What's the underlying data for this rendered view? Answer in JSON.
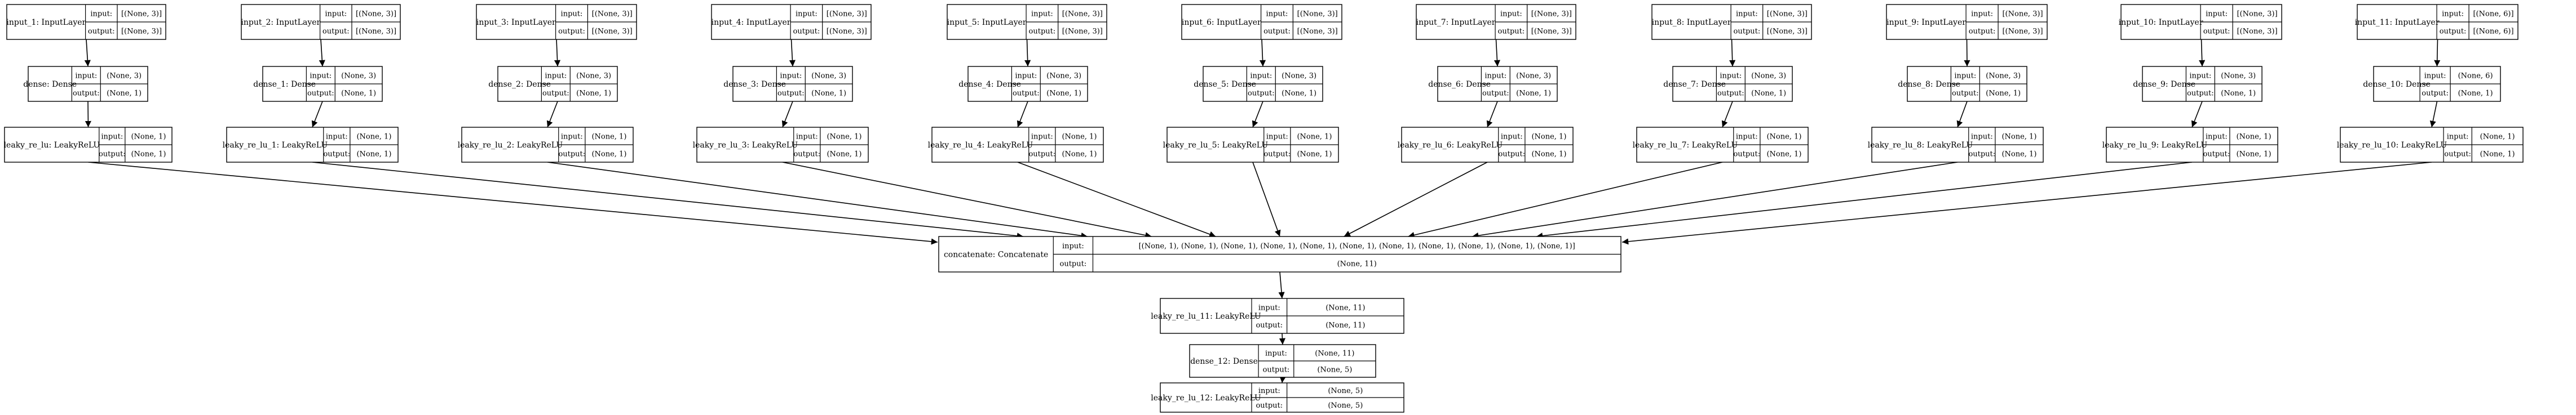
{
  "diagram": {
    "title": "",
    "nodes": [
      {
        "id": "in1",
        "name": "input_1: InputLayer",
        "input": "[(None, 3)]",
        "output": "[(None, 3)]"
      },
      {
        "id": "in2",
        "name": "input_2: InputLayer",
        "input": "[(None, 3)]",
        "output": "[(None, 3)]"
      },
      {
        "id": "in3",
        "name": "input_3: InputLayer",
        "input": "[(None, 3)]",
        "output": "[(None, 3)]"
      },
      {
        "id": "in4",
        "name": "input_4: InputLayer",
        "input": "[(None, 3)]",
        "output": "[(None, 3)]"
      },
      {
        "id": "in5",
        "name": "input_5: InputLayer",
        "input": "[(None, 3)]",
        "output": "[(None, 3)]"
      },
      {
        "id": "in6",
        "name": "input_6: InputLayer",
        "input": "[(None, 3)]",
        "output": "[(None, 3)]"
      },
      {
        "id": "in7",
        "name": "input_7: InputLayer",
        "input": "[(None, 3)]",
        "output": "[(None, 3)]"
      },
      {
        "id": "in8",
        "name": "input_8: InputLayer",
        "input": "[(None, 3)]",
        "output": "[(None, 3)]"
      },
      {
        "id": "in9",
        "name": "input_9: InputLayer",
        "input": "[(None, 3)]",
        "output": "[(None, 3)]"
      },
      {
        "id": "in10",
        "name": "input_10: InputLayer",
        "input": "[(None, 3)]",
        "output": "[(None, 3)]"
      },
      {
        "id": "in11",
        "name": "input_11: InputLayer",
        "input": "[(None, 6)]",
        "output": "[(None, 6)]"
      },
      {
        "id": "d0",
        "name": "dense: Dense",
        "input": "(None, 3)",
        "output": "(None, 1)"
      },
      {
        "id": "d1",
        "name": "dense_1: Dense",
        "input": "(None, 3)",
        "output": "(None, 1)"
      },
      {
        "id": "d2",
        "name": "dense_2: Dense",
        "input": "(None, 3)",
        "output": "(None, 1)"
      },
      {
        "id": "d3",
        "name": "dense_3: Dense",
        "input": "(None, 3)",
        "output": "(None, 1)"
      },
      {
        "id": "d4",
        "name": "dense_4: Dense",
        "input": "(None, 3)",
        "output": "(None, 1)"
      },
      {
        "id": "d5",
        "name": "dense_5: Dense",
        "input": "(None, 3)",
        "output": "(None, 1)"
      },
      {
        "id": "d6",
        "name": "dense_6: Dense",
        "input": "(None, 3)",
        "output": "(None, 1)"
      },
      {
        "id": "d7",
        "name": "dense_7: Dense",
        "input": "(None, 3)",
        "output": "(None, 1)"
      },
      {
        "id": "d8",
        "name": "dense_8: Dense",
        "input": "(None, 3)",
        "output": "(None, 1)"
      },
      {
        "id": "d9",
        "name": "dense_9: Dense",
        "input": "(None, 3)",
        "output": "(None, 1)"
      },
      {
        "id": "d10",
        "name": "dense_10: Dense",
        "input": "(None, 6)",
        "output": "(None, 1)"
      },
      {
        "id": "l0",
        "name": "leaky_re_lu: LeakyReLU",
        "input": "(None, 1)",
        "output": "(None, 1)"
      },
      {
        "id": "l1",
        "name": "leaky_re_lu_1: LeakyReLU",
        "input": "(None, 1)",
        "output": "(None, 1)"
      },
      {
        "id": "l2",
        "name": "leaky_re_lu_2: LeakyReLU",
        "input": "(None, 1)",
        "output": "(None, 1)"
      },
      {
        "id": "l3",
        "name": "leaky_re_lu_3: LeakyReLU",
        "input": "(None, 1)",
        "output": "(None, 1)"
      },
      {
        "id": "l4",
        "name": "leaky_re_lu_4: LeakyReLU",
        "input": "(None, 1)",
        "output": "(None, 1)"
      },
      {
        "id": "l5",
        "name": "leaky_re_lu_5: LeakyReLU",
        "input": "(None, 1)",
        "output": "(None, 1)"
      },
      {
        "id": "l6",
        "name": "leaky_re_lu_6: LeakyReLU",
        "input": "(None, 1)",
        "output": "(None, 1)"
      },
      {
        "id": "l7",
        "name": "leaky_re_lu_7: LeakyReLU",
        "input": "(None, 1)",
        "output": "(None, 1)"
      },
      {
        "id": "l8",
        "name": "leaky_re_lu_8: LeakyReLU",
        "input": "(None, 1)",
        "output": "(None, 1)"
      },
      {
        "id": "l9",
        "name": "leaky_re_lu_9: LeakyReLU",
        "input": "(None, 1)",
        "output": "(None, 1)"
      },
      {
        "id": "l10",
        "name": "leaky_re_lu_10: LeakyReLU",
        "input": "(None, 1)",
        "output": "(None, 1)"
      },
      {
        "id": "cat",
        "name": "concatenate: Concatenate",
        "input": "[(None, 1), (None, 1), (None, 1), (None, 1), (None, 1), (None, 1), (None, 1), (None, 1), (None, 1), (None, 1), (None, 1)]",
        "output": "(None, 11)"
      },
      {
        "id": "l11",
        "name": "leaky_re_lu_11: LeakyReLU",
        "input": "(None, 11)",
        "output": "(None, 11)"
      },
      {
        "id": "d12",
        "name": "dense_12: Dense",
        "input": "(None, 11)",
        "output": "(None, 5)"
      },
      {
        "id": "l12",
        "name": "leaky_re_lu_12: LeakyReLU",
        "input": "(None, 5)",
        "output": "(None, 5)"
      }
    ],
    "edges": [
      [
        "in1",
        "d0"
      ],
      [
        "in2",
        "d1"
      ],
      [
        "in3",
        "d2"
      ],
      [
        "in4",
        "d3"
      ],
      [
        "in5",
        "d4"
      ],
      [
        "in6",
        "d5"
      ],
      [
        "in7",
        "d6"
      ],
      [
        "in8",
        "d7"
      ],
      [
        "in9",
        "d8"
      ],
      [
        "in10",
        "d9"
      ],
      [
        "in11",
        "d10"
      ],
      [
        "d0",
        "l0"
      ],
      [
        "d1",
        "l1"
      ],
      [
        "d2",
        "l2"
      ],
      [
        "d3",
        "l3"
      ],
      [
        "d4",
        "l4"
      ],
      [
        "d5",
        "l5"
      ],
      [
        "d6",
        "l6"
      ],
      [
        "d7",
        "l7"
      ],
      [
        "d8",
        "l8"
      ],
      [
        "d9",
        "l9"
      ],
      [
        "d10",
        "l10"
      ],
      [
        "l0",
        "cat"
      ],
      [
        "l1",
        "cat"
      ],
      [
        "l2",
        "cat"
      ],
      [
        "l3",
        "cat"
      ],
      [
        "l4",
        "cat"
      ],
      [
        "l5",
        "cat"
      ],
      [
        "l6",
        "cat"
      ],
      [
        "l7",
        "cat"
      ],
      [
        "l8",
        "cat"
      ],
      [
        "l9",
        "cat"
      ],
      [
        "l10",
        "cat"
      ],
      [
        "cat",
        "l11"
      ],
      [
        "l11",
        "d12"
      ],
      [
        "d12",
        "l12"
      ]
    ],
    "port_labels": {
      "input": "input:",
      "output": "output:"
    }
  }
}
